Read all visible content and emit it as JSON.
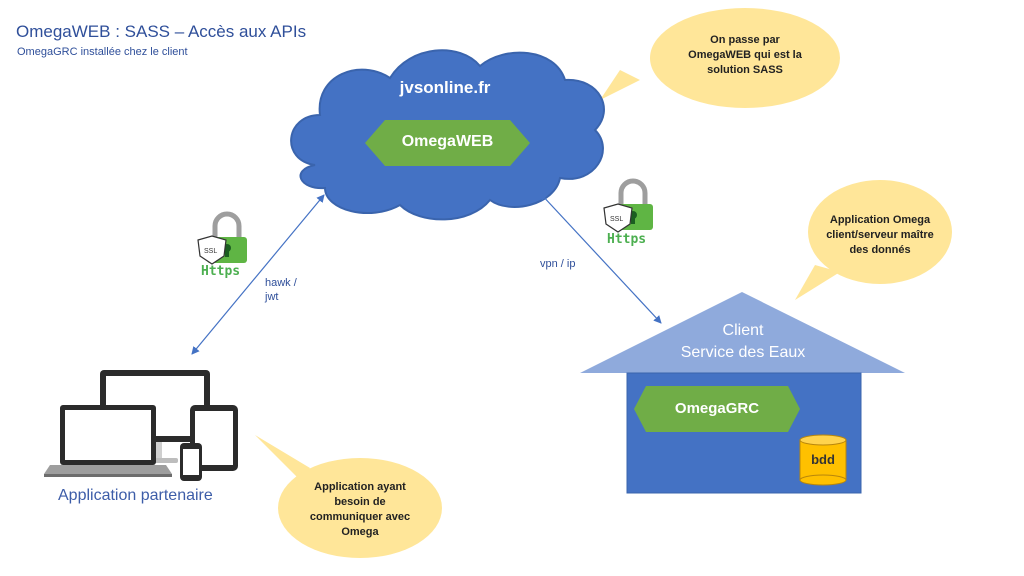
{
  "header": {
    "title": "OmegaWEB : SASS – Accès aux APIs",
    "subtitle": "OmegaGRC installée chez le client"
  },
  "cloud": {
    "domain": "jvsonline.fr",
    "app": "OmegaWEB"
  },
  "client": {
    "roof_label": "Client\nService des Eaux",
    "app": "OmegaGRC",
    "db": "bdd"
  },
  "partner": {
    "label": "Application partenaire"
  },
  "connections": {
    "left_protocol": "hawk /\njwt",
    "right_protocol": "vpn / ip",
    "secure_label": "Https",
    "ssl_badge": "SSL"
  },
  "bubbles": {
    "top": "On passe par\nOmegaWEB qui est la\nsolution SASS",
    "client": "Application Omega\nclient/serveur maître\ndes donnés",
    "partner": "Application ayant\nbesoin de\ncommuniquer avec\nOmega"
  },
  "colors": {
    "cloud": "#4472c4",
    "hexagon": "#70ad47",
    "bubble": "#ffe699",
    "roof": "#8faadc",
    "house": "#4472c4",
    "db": "#ffc000",
    "arrow": "#4472c4",
    "lock": "#5fb544"
  },
  "icons": [
    "lock-icon",
    "ssl-shield-icon",
    "laptop-icon",
    "monitor-icon",
    "tablet-icon",
    "phone-icon",
    "database-icon"
  ]
}
